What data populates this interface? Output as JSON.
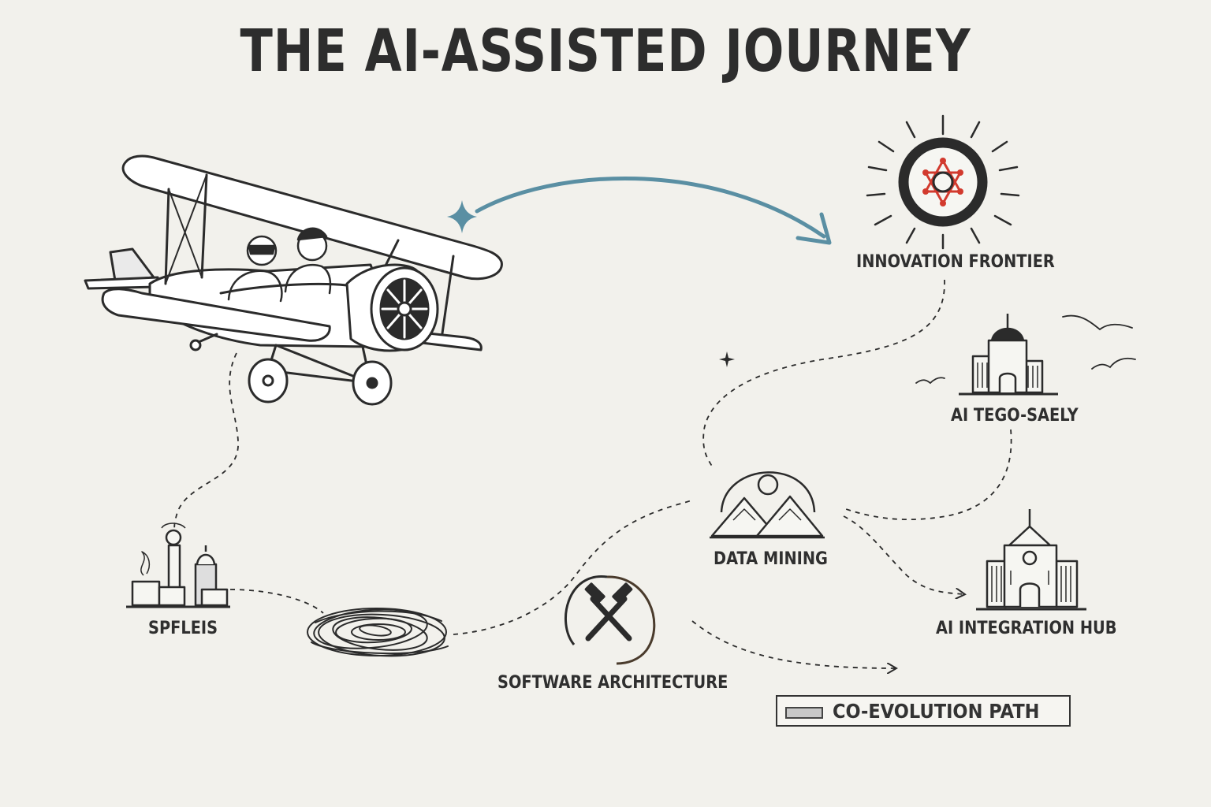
{
  "title": "THE AI-ASSISTED JOURNEY",
  "nodes": {
    "innovation_frontier": "INNOVATION FRONTIER",
    "ai_tego_saely": "AI TEGO-SAELY",
    "data_mining": "DATA MINING",
    "ai_integration_hub": "AI INTEGRATION HUB",
    "spfleis": "SPFLEIS",
    "software_architecture": "SOFTWARE ARCHITECTURE"
  },
  "legend": {
    "label": "CO-EVOLUTION PATH"
  },
  "colors": {
    "background": "#f2f1ec",
    "ink": "#2b2b2b",
    "arc_blue": "#5a8fa3",
    "accent_red": "#d23a2e"
  },
  "icons": [
    "biplane-icon",
    "atom-icon",
    "domed-building-icon",
    "mountain-icon",
    "city-hall-icon",
    "factory-icon",
    "tangle-icon",
    "crossed-hammers-icon",
    "sparkle-icon",
    "bird-icon"
  ]
}
